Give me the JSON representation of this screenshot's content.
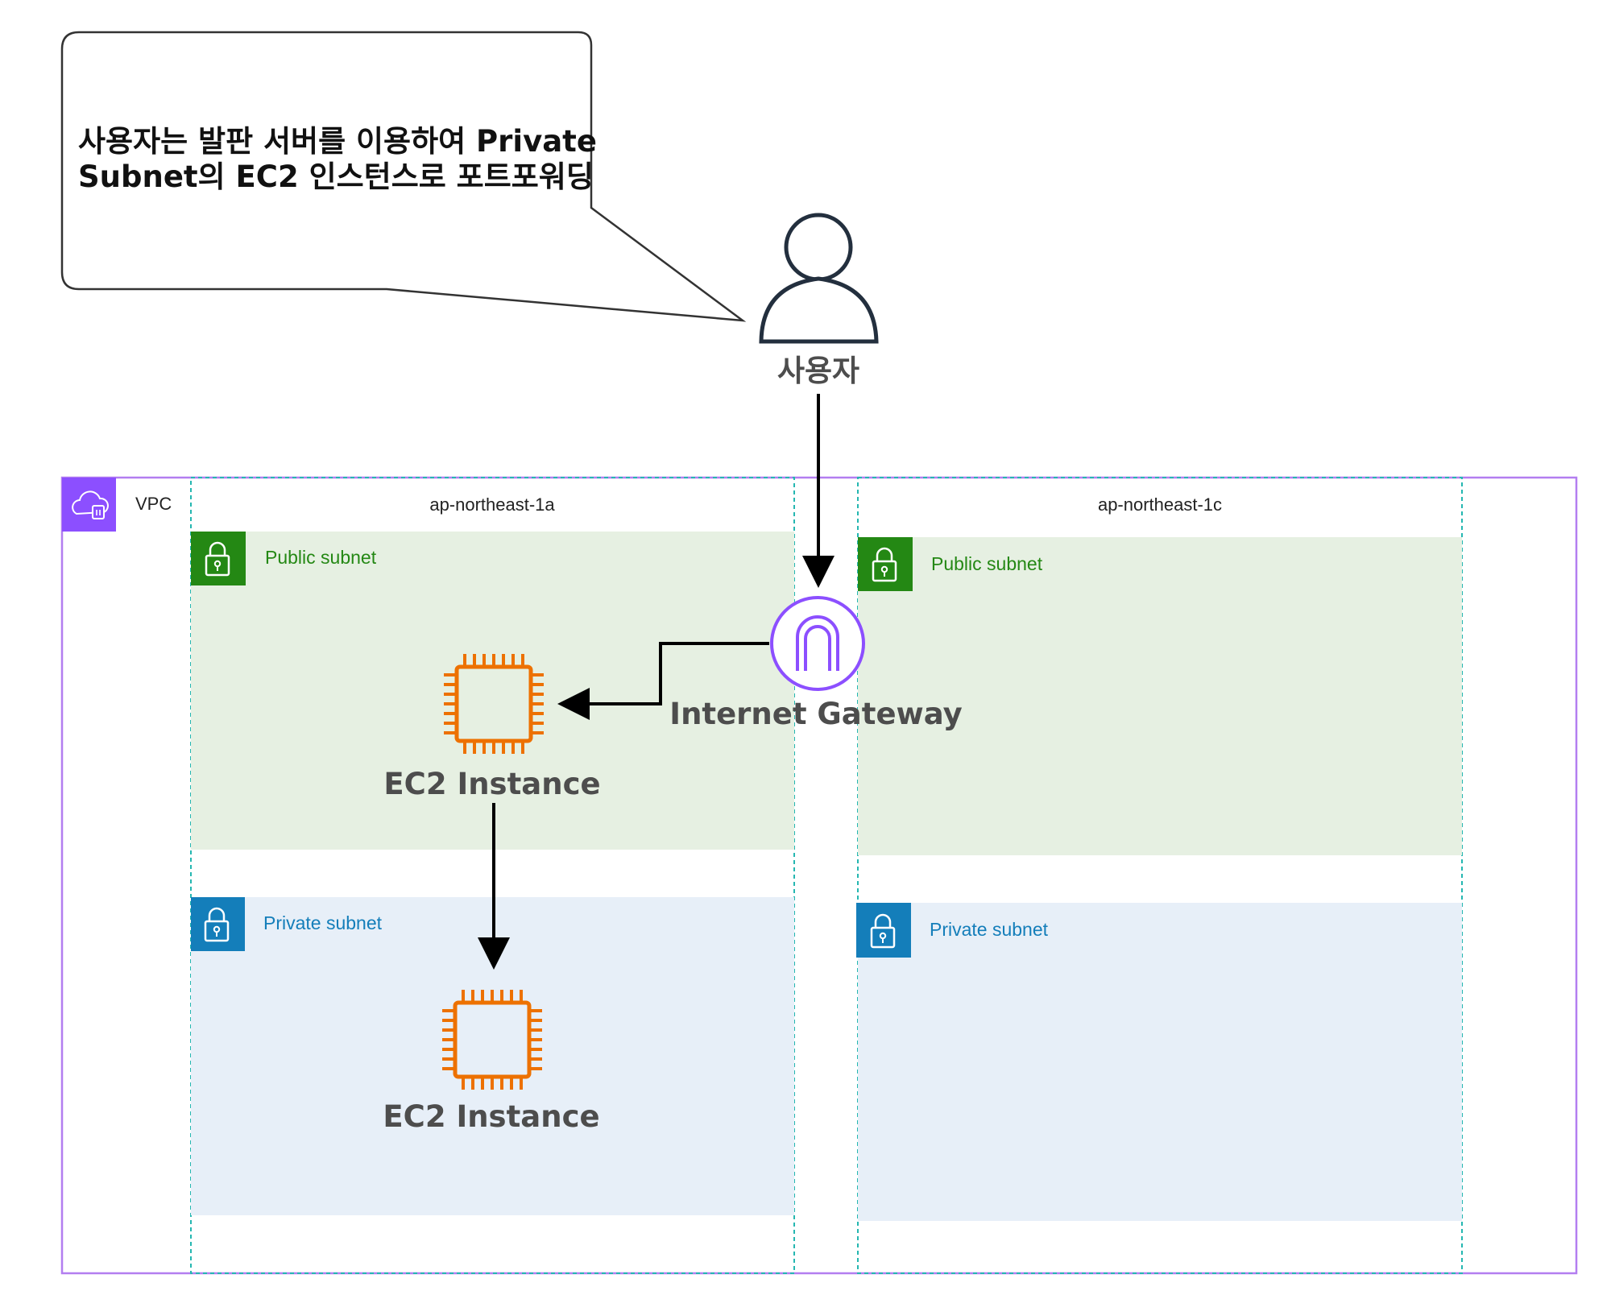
{
  "callout": {
    "line1": "사용자는 발판 서버를 이용하여 Private",
    "line2": "Subnet의 EC2 인스턴스로 포트포워딩"
  },
  "user": {
    "label": "사용자",
    "icon": "user-icon"
  },
  "vpc": {
    "label": "VPC",
    "icon": "vpc-cloud-icon",
    "color": "#8c4fff"
  },
  "availability_zones": [
    {
      "label": "ap-northeast-1a"
    },
    {
      "label": "ap-northeast-1c"
    }
  ],
  "subnets": {
    "public_1a": {
      "label": "Public subnet",
      "icon": "lock-icon"
    },
    "private_1a": {
      "label": "Private subnet",
      "icon": "lock-icon"
    },
    "public_1c": {
      "label": "Public subnet",
      "icon": "lock-icon"
    },
    "private_1c": {
      "label": "Private subnet",
      "icon": "lock-icon"
    }
  },
  "internet_gateway": {
    "label": "Internet Gateway",
    "icon": "internet-gateway-icon"
  },
  "ec2_public": {
    "label": "EC2 Instance",
    "icon": "ec2-chip-icon"
  },
  "ec2_private": {
    "label": "EC2 Instance",
    "icon": "ec2-chip-icon"
  },
  "colors": {
    "public_fill": "#e6f0e2",
    "public_accent": "#248814",
    "private_fill": "#e7eff8",
    "private_accent": "#147eba",
    "az_border": "#25b7b1",
    "ec2_orange": "#ed7100",
    "arrow": "#000000"
  }
}
